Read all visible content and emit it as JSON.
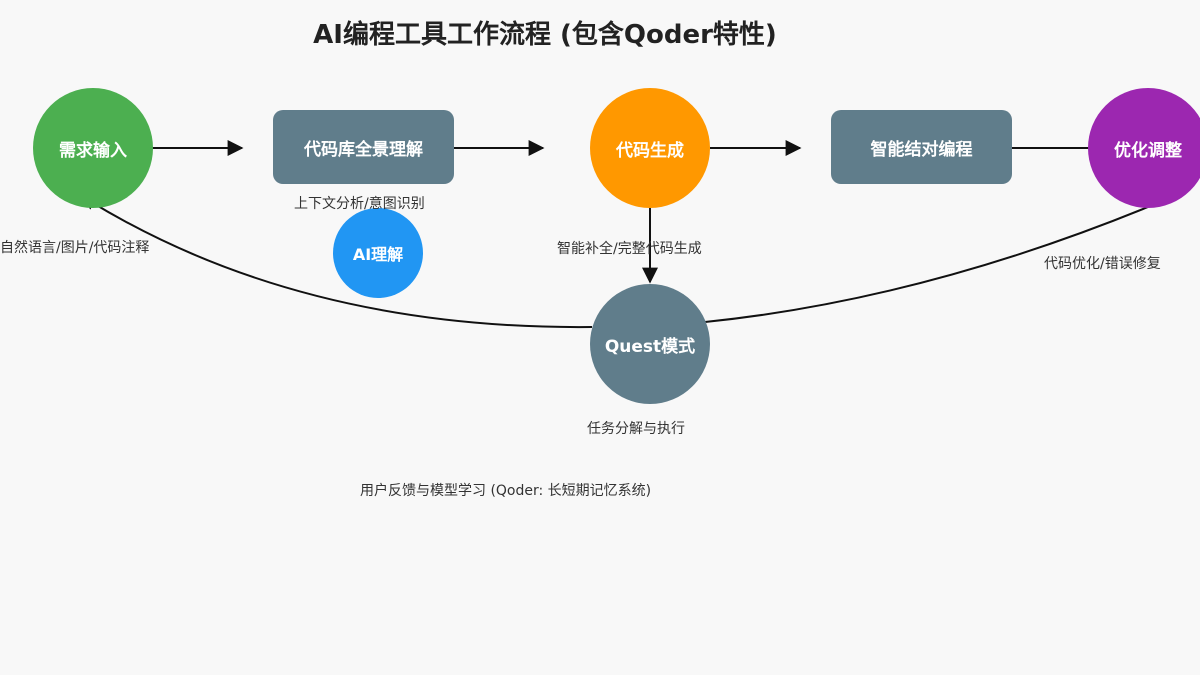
{
  "title": "AI编程工具工作流程 (包含Qoder特性)",
  "colors": {
    "green": "#4caf50",
    "slate": "#607d8b",
    "orange": "#ff9800",
    "purple": "#9c27b0",
    "blue": "#2196f3",
    "edge": "#111111",
    "background": "#f8f8f8"
  },
  "nodes": {
    "requirement": {
      "label": "需求输入",
      "note": "自然语言/图片/代码注释"
    },
    "codebase": {
      "label": "代码库全景理解",
      "note": "上下文分析/意图识别"
    },
    "ai_understanding": {
      "label": "AI理解"
    },
    "generation": {
      "label": "代码生成",
      "note": "智能补全/完整代码生成"
    },
    "pair": {
      "label": "智能结对编程"
    },
    "optimize": {
      "label": "优化调整",
      "note": "代码优化/错误修复"
    },
    "quest": {
      "label": "Quest模式",
      "note": "任务分解与执行"
    }
  },
  "feedback_label": "用户反馈与模型学习 (Qoder: 长短期记忆系统)"
}
